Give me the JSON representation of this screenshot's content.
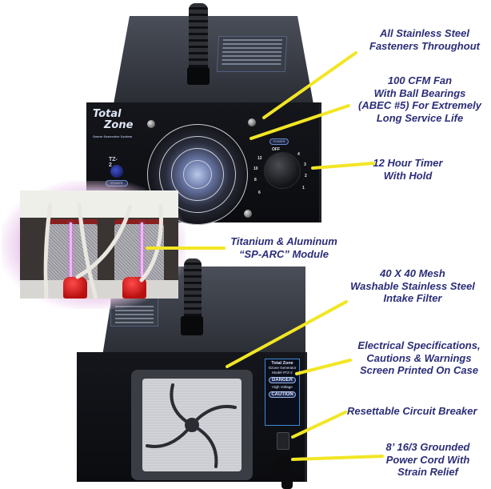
{
  "product": {
    "brand_logo_line1": "Total",
    "brand_logo_line2": "Zone",
    "brand_tagline": "Ozone Generator System",
    "front_model": "TZ-2",
    "power_label": "POWER",
    "timer_label": "POWER",
    "timer_off_label": "OFF",
    "dial_numbers": [
      "1",
      "2",
      "3",
      "4",
      "6",
      "8",
      "10",
      "12"
    ],
    "rear_label": {
      "title": "Total Zone",
      "line2": "Ozone Generator",
      "line3": "Model #TZ-2",
      "danger": "DANGER",
      "danger_text": "High Voltage",
      "caution": "CAUTION"
    }
  },
  "callouts": [
    {
      "id": "fasteners",
      "lines": [
        "All Stainless Steel",
        "Fasteners Throughout"
      ]
    },
    {
      "id": "fan",
      "lines": [
        "100 CFM Fan",
        "With Ball Bearings",
        "(ABEC #5) For Extremely",
        "Long Service Life"
      ]
    },
    {
      "id": "timer",
      "lines": [
        "12 Hour Timer",
        "With Hold"
      ]
    },
    {
      "id": "module",
      "lines": [
        "Titanium & Aluminum",
        "“SP-ARC” Module"
      ]
    },
    {
      "id": "filter",
      "lines": [
        "40 X 40 Mesh",
        "Washable Stainless Steel",
        "Intake Filter"
      ]
    },
    {
      "id": "specs",
      "lines": [
        "Electrical Specifications,",
        "Cautions & Warnings",
        "Screen Printed On Case"
      ]
    },
    {
      "id": "breaker",
      "lines": [
        "Resettable Circuit Breaker"
      ]
    },
    {
      "id": "cord",
      "lines": [
        "8’ 16/3 Grounded",
        "Power Cord With",
        "Strain Relief"
      ]
    }
  ],
  "colors": {
    "callout_text": "#2b2d78",
    "leader_line": "#f2e625",
    "case": "#111217",
    "glow": "#d9a6dc"
  }
}
